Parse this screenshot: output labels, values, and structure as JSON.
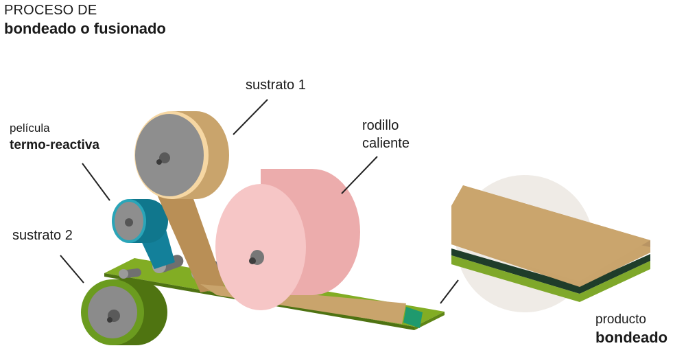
{
  "title": {
    "line1": "PROCESO DE",
    "line2": "bondeado o fusionado"
  },
  "labels": {
    "sustrato_1": "sustrato 1",
    "pelicula_line1": "película",
    "pelicula_line2": "termo-reactiva",
    "rodillo_line1": "rodillo",
    "rodillo_line2": "caliente",
    "sustrato_2": "sustrato 2",
    "producto_line1": "producto",
    "producto_line2": "bondeado"
  },
  "colors": {
    "substrate_tan": "#c9a46c",
    "film_teal": "#1a8fa3",
    "hot_roller_pink": "#f2b8b8",
    "substrate_green": "#6f9a1f",
    "roller_gray": "#8a8a8a",
    "zoom_circle": "#efebe6"
  }
}
